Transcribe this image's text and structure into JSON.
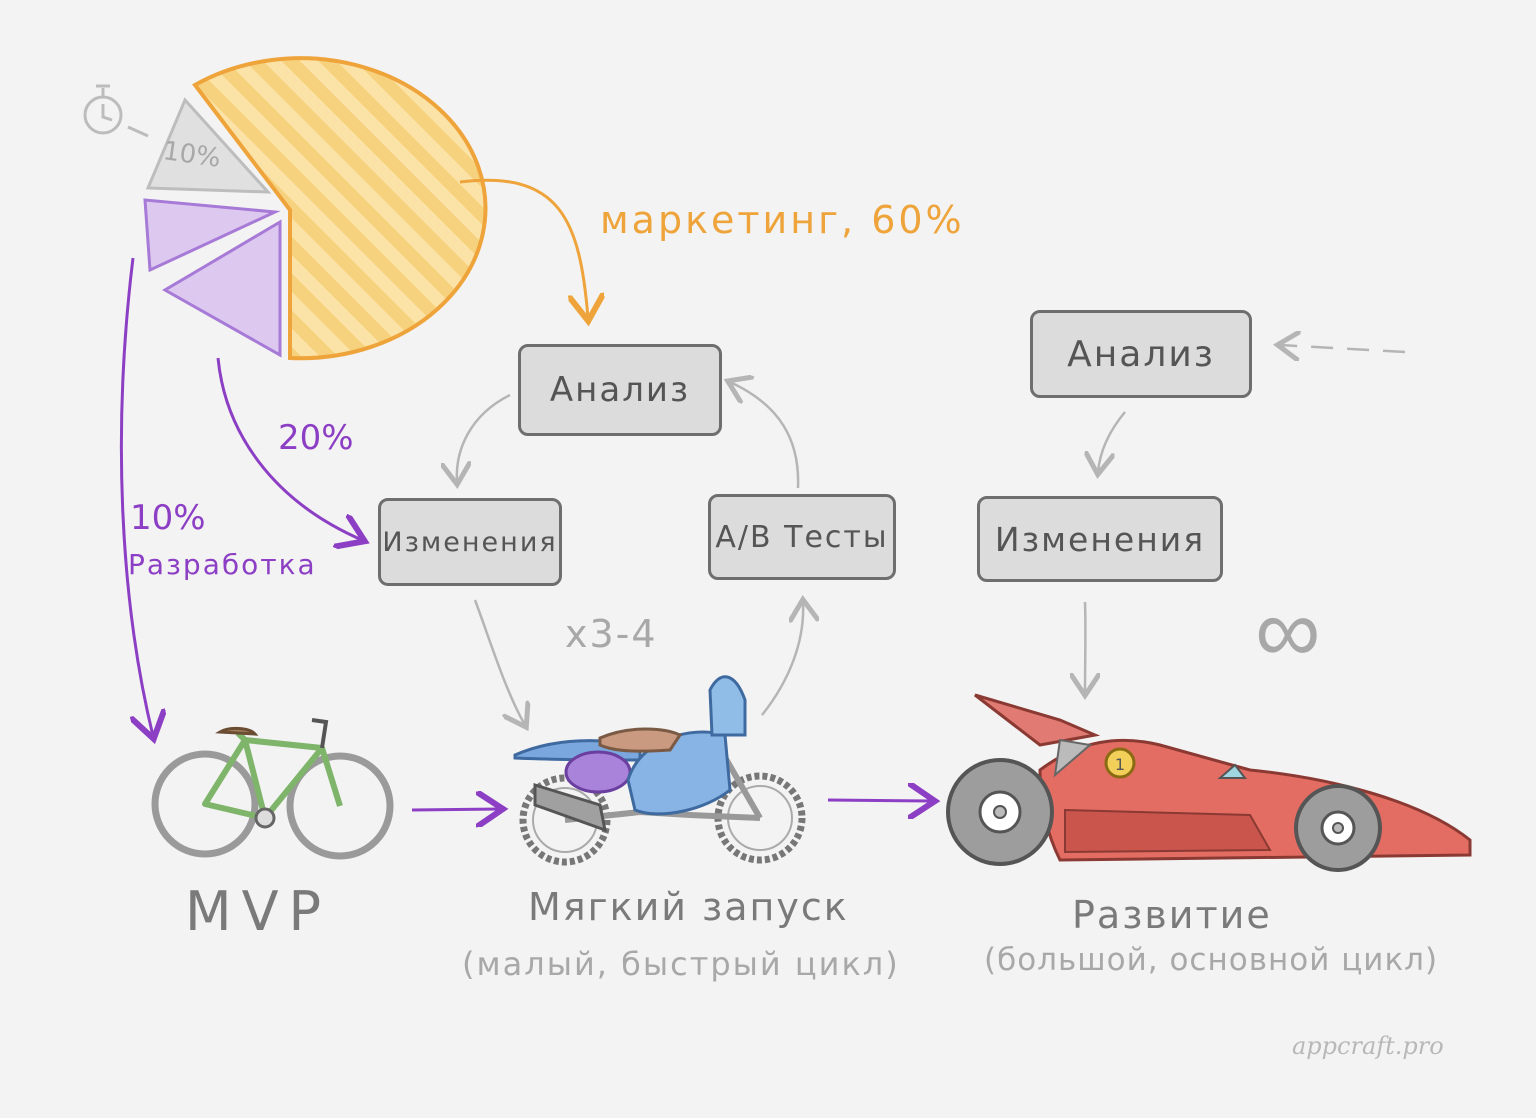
{
  "pie": {
    "time_slice": "10%",
    "marketing_label": "маркетинг, 60%",
    "changes_share": "20%",
    "dev_share": "10%",
    "dev_label": "Разработка"
  },
  "soft_cycle": {
    "analysis": "Анализ",
    "changes": "Изменения",
    "ab_tests": "A/B Тесты",
    "repeat": "x3-4"
  },
  "growth_cycle": {
    "analysis": "Анализ",
    "changes": "Изменения",
    "infinity": "∞"
  },
  "stages": {
    "mvp": "MVP",
    "soft_launch": "Мягкий запуск",
    "soft_launch_note": "(малый, быстрый цикл)",
    "growth": "Развитие",
    "growth_note": "(большой, основной цикл)"
  },
  "car_number": "1",
  "watermark": "appcraft.pro",
  "colors": {
    "marketing": "#f5c86a",
    "development": "#d9c6ef",
    "time": "#dcdcdc",
    "arrow_purple": "#8c3fc4",
    "arrow_orange": "#eea43a",
    "arrow_gray": "#b5b5b5"
  }
}
